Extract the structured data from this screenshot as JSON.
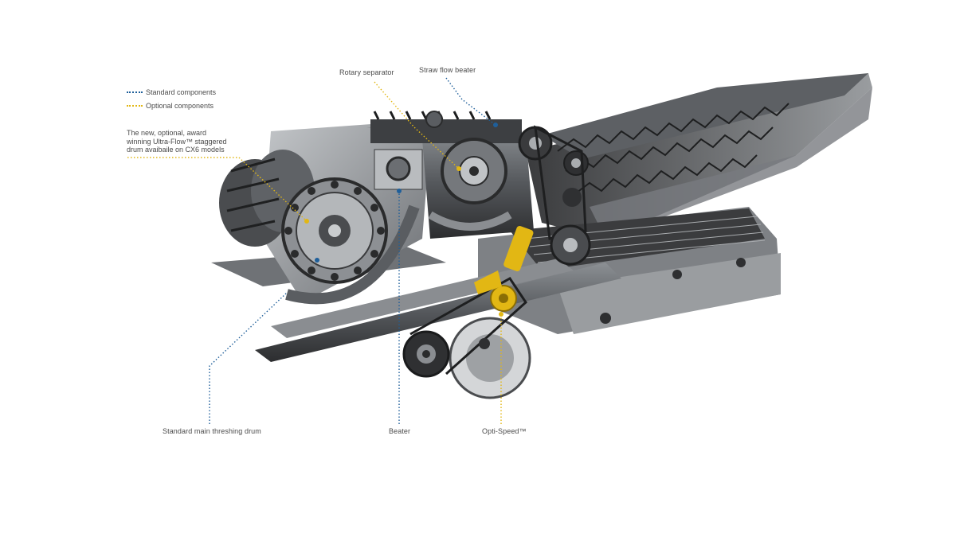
{
  "colors": {
    "standard": "#1f5f9a",
    "optional": "#e2b714",
    "metal_dark": "#2e2f31",
    "metal_mid": "#6b6e72",
    "metal_light": "#a9acaf"
  },
  "legend": {
    "standard": "Standard components",
    "optional": "Optional components"
  },
  "callouts": {
    "ultra_flow": "The new, optional, award winning Ultra-Flow™ staggered drum avaibaile on CX6 models",
    "rotary_separator": "Rotary separator",
    "straw_flow_beater": "Straw flow beater",
    "main_threshing_drum": "Standard main threshing drum",
    "beater": "Beater",
    "opti_speed": "Opti-Speed™"
  }
}
